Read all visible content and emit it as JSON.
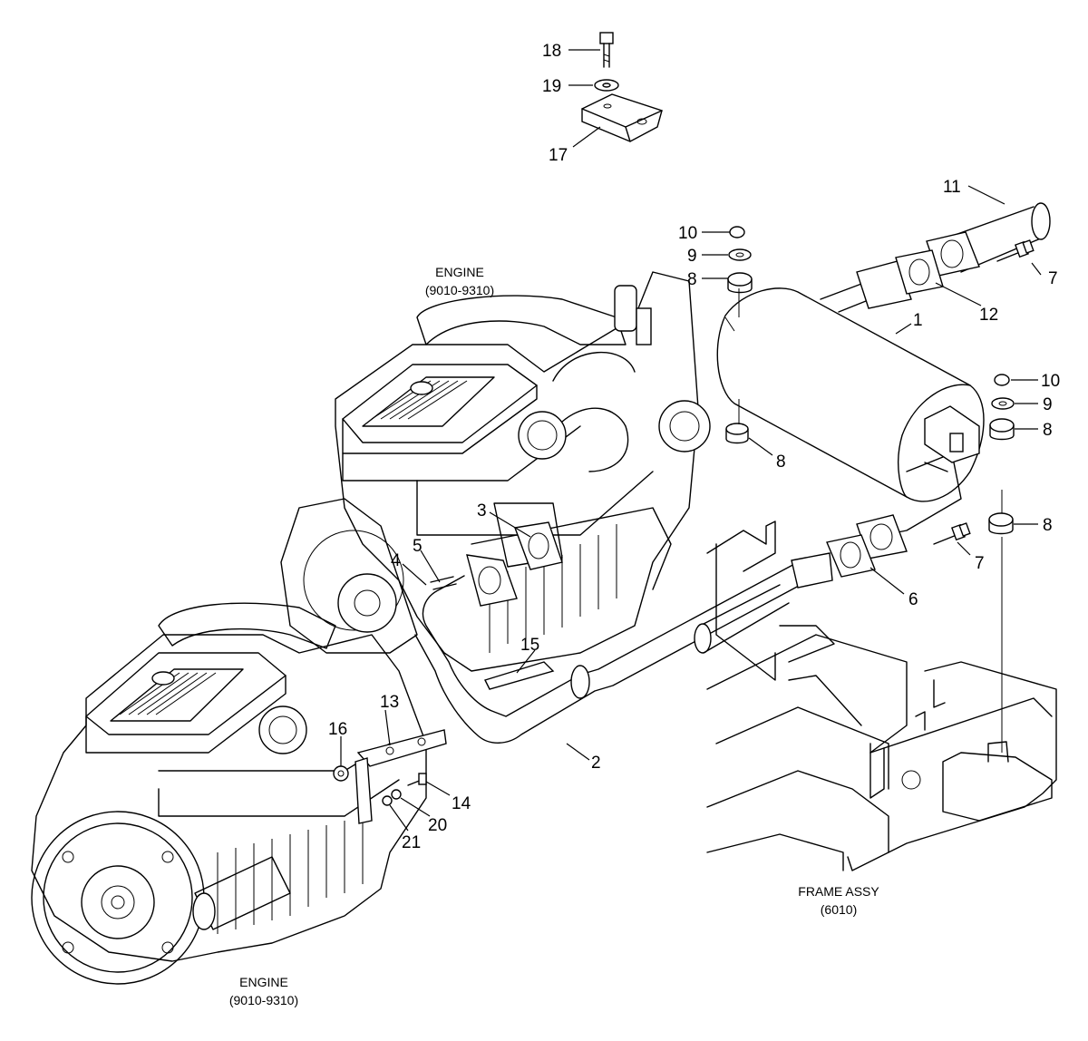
{
  "labels": {
    "engine_upper_name": "ENGINE",
    "engine_upper_code": "(9010-9310)",
    "engine_lower_name": "ENGINE",
    "engine_lower_code": "(9010-9310)",
    "frame_name": "FRAME ASSY",
    "frame_code": "(6010)"
  },
  "callouts": {
    "c1": "1",
    "c2": "2",
    "c3": "3",
    "c4": "4",
    "c5": "5",
    "c6": "6",
    "c7a": "7",
    "c7b": "7",
    "c8a": "8",
    "c8b": "8",
    "c8c": "8",
    "c8d": "8",
    "c9a": "9",
    "c9b": "9",
    "c10a": "10",
    "c10b": "10",
    "c11": "11",
    "c12": "12",
    "c13": "13",
    "c14": "14",
    "c15": "15",
    "c16": "16",
    "c17": "17",
    "c18": "18",
    "c19": "19",
    "c20": "20",
    "c21": "21"
  }
}
